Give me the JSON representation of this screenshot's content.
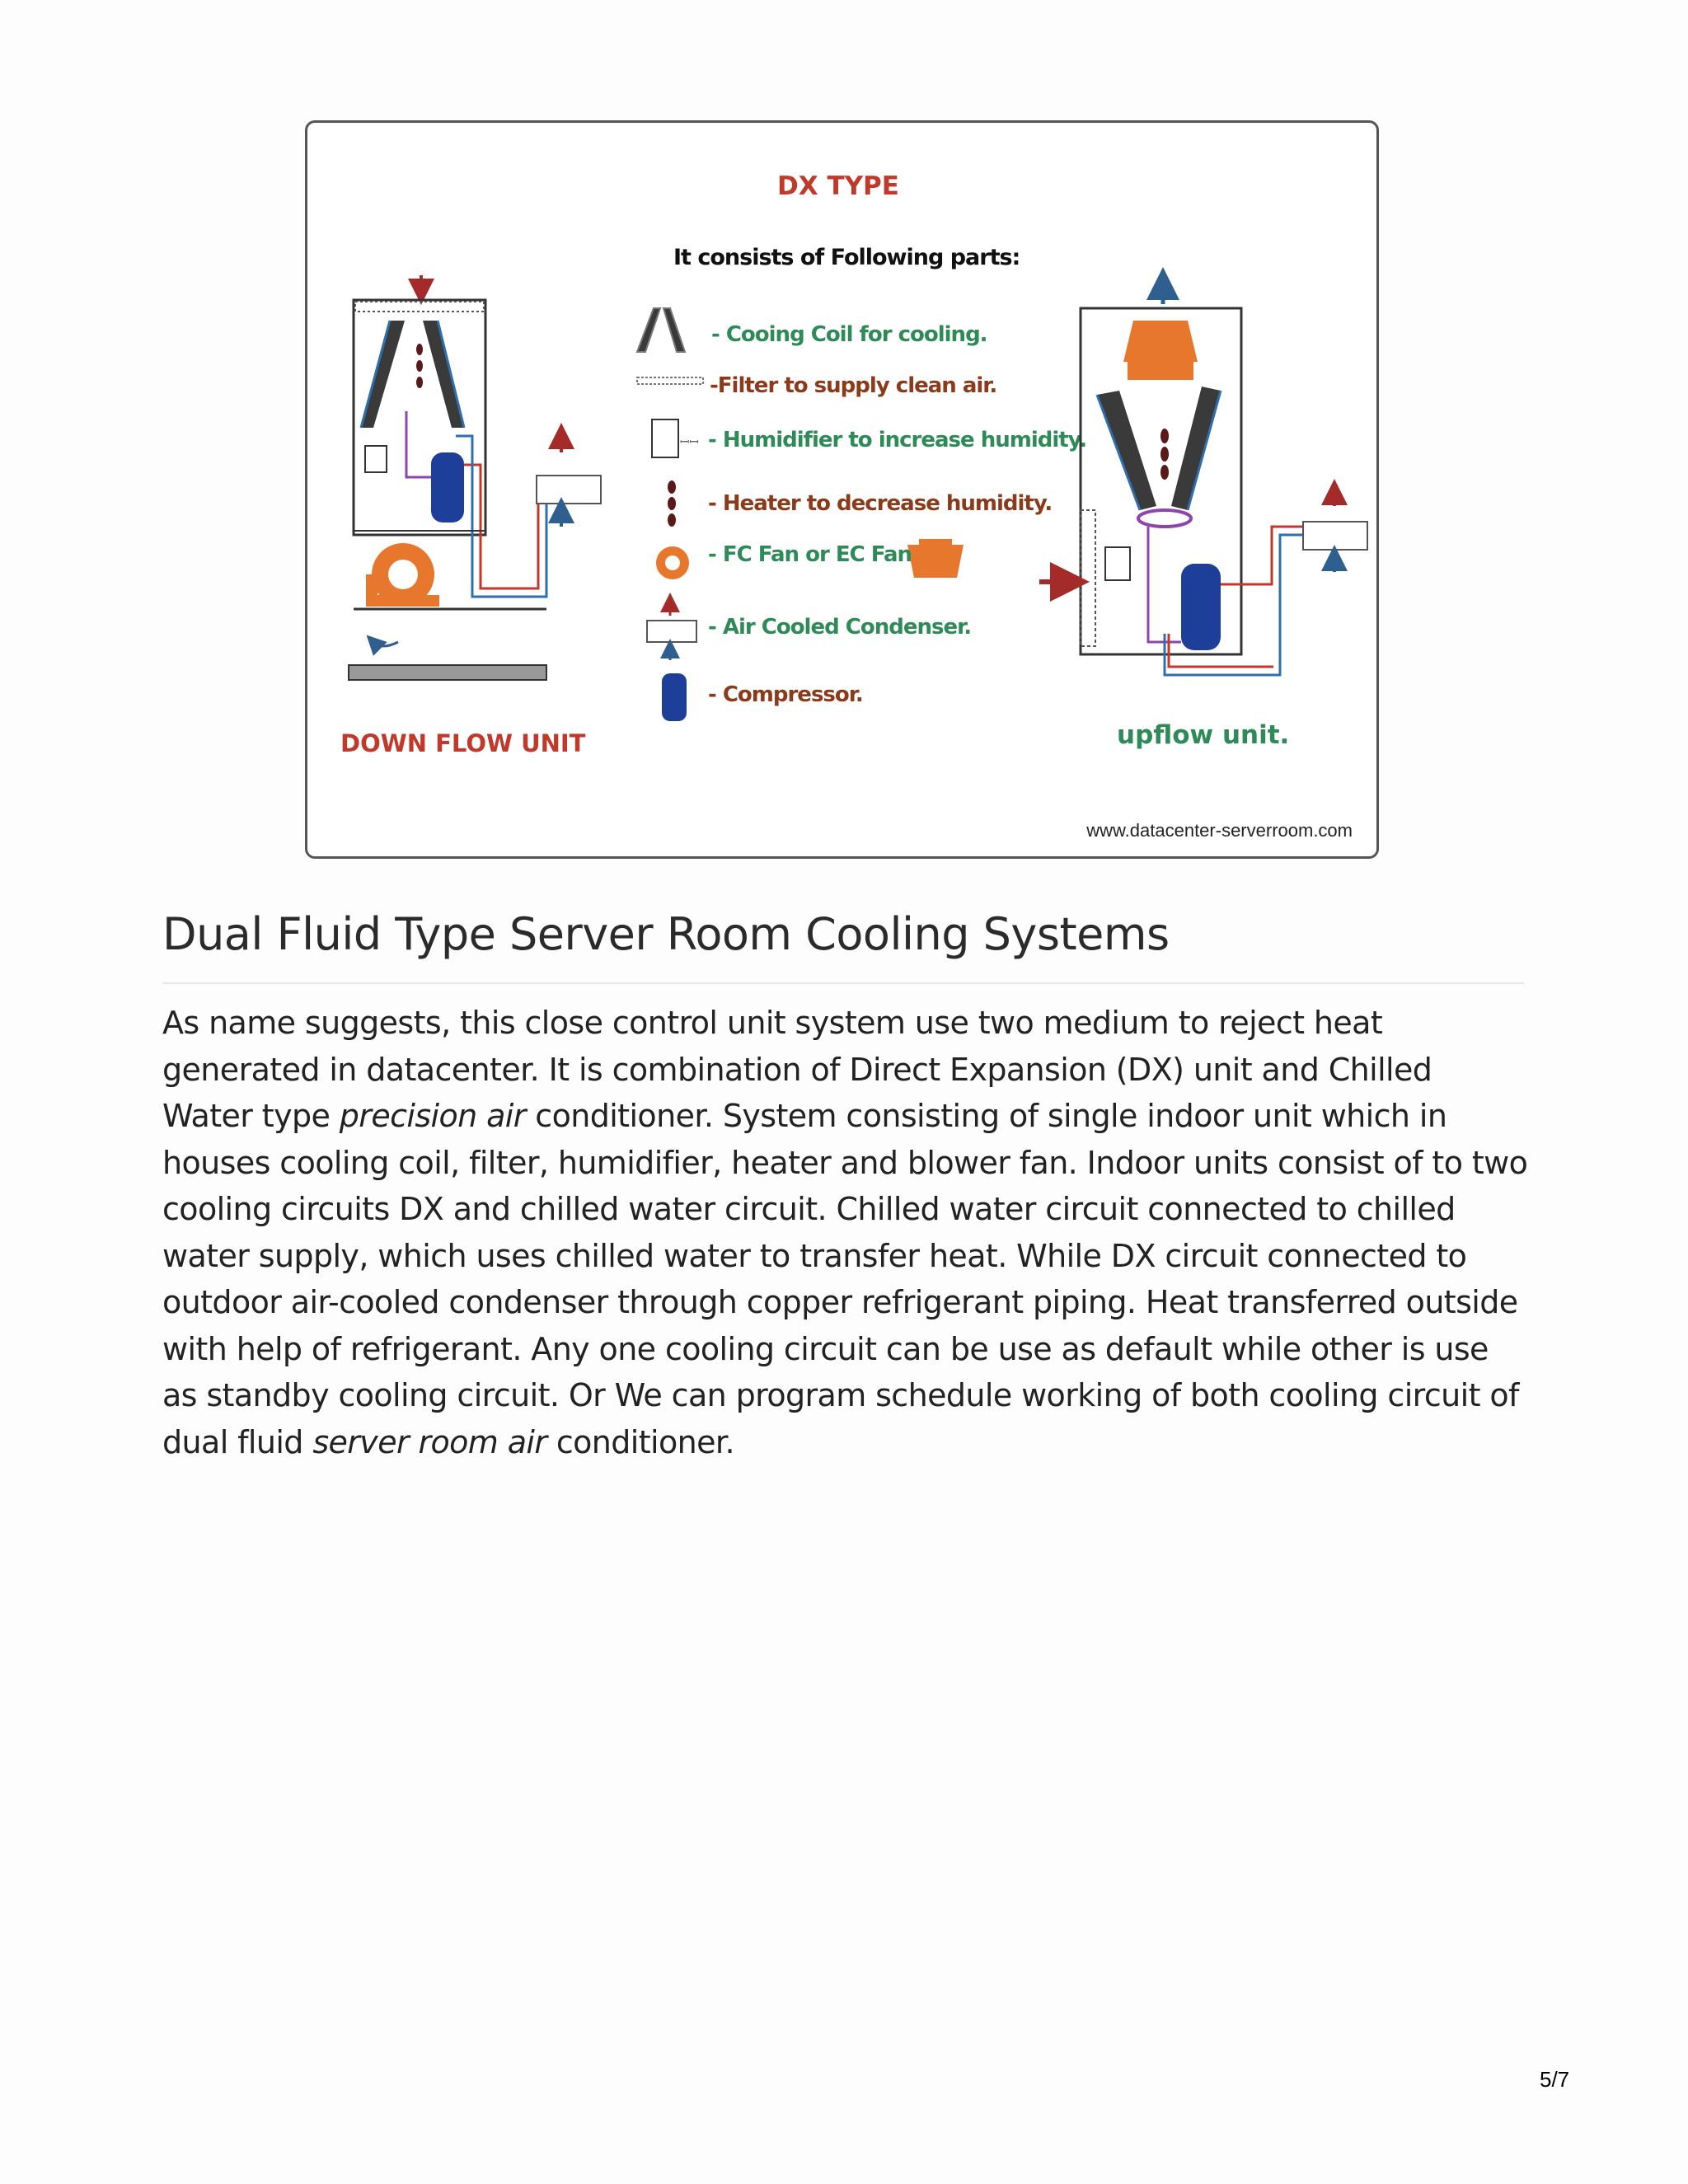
{
  "figure": {
    "title": "DX TYPE",
    "subtitle": "It consists of Following parts:",
    "parts": [
      "- Cooing Coil for cooling.",
      "-Filter to supply clean air.",
      "- Humidifier to increase humidity.",
      "- Heater to decrease humidity.",
      "- FC Fan  or EC Fan",
      "- Air Cooled Condenser.",
      "- Compressor."
    ],
    "left_unit_label": "DOWN FLOW UNIT",
    "right_unit_label": "upflow unit.",
    "source": "www.datacenter-serverroom.com",
    "colors": {
      "title_red": "#c0392b",
      "green": "#2e8b57",
      "brown": "#8b3a1a",
      "fan_orange": "#e8772e",
      "compressor_blue": "#1d3f9a",
      "pipe_red": "#c0392b",
      "pipe_blue": "#2f6fad"
    }
  },
  "section": {
    "title": "Dual Fluid Type Server Room Cooling Systems",
    "body_1": "As name suggests, this close control unit system use two medium to reject heat generated in datacenter. It is combination of Direct Expansion (DX) unit and Chilled Water type ",
    "body_em_1": "precision air",
    "body_2": " conditioner. System consisting of single indoor unit which in houses cooling coil, filter, humidifier, heater and blower fan. Indoor units consist of to two cooling circuits DX and chilled water circuit. Chilled water circuit connected to chilled water supply, which uses chilled water to transfer heat. While DX circuit connected to outdoor air-cooled condenser through copper refrigerant piping. Heat transferred outside with help of refrigerant. Any one cooling circuit can be use as default while other is use as standby cooling circuit. Or We can program schedule working of both cooling circuit of dual fluid ",
    "body_em_2": "server room air",
    "body_3": " conditioner."
  },
  "page_number": "5/7"
}
